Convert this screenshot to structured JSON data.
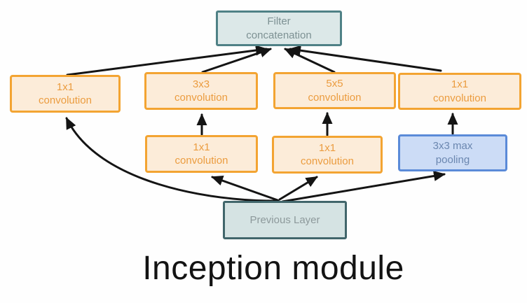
{
  "diagram": {
    "title": "Inception module",
    "nodes": {
      "filter_concat": {
        "label": "Filter\nconcatenation"
      },
      "conv1x1_a": {
        "label": "1x1\nconvolution"
      },
      "conv3x3": {
        "label": "3x3\nconvolution"
      },
      "conv5x5": {
        "label": "5x5\nconvolution"
      },
      "conv1x1_d": {
        "label": "1x1\nconvolution"
      },
      "conv1x1_b": {
        "label": "1x1\nconvolution"
      },
      "conv1x1_c": {
        "label": "1x1\nconvolution"
      },
      "max_pool": {
        "label": "3x3 max\npooling"
      },
      "previous_layer": {
        "label": "Previous Layer"
      }
    },
    "colors": {
      "teal_fill": "#dce8e8",
      "teal_border": "#4f8186",
      "teal_text": "#7d9193",
      "prev_layer_border": "#41666b",
      "orange_fill": "#fcecd9",
      "orange_border": "#f3a432",
      "orange_text": "#eb9c3f",
      "blue_fill": "#ccdcf6",
      "blue_border": "#5a8ad8",
      "blue_text": "#6b87b0",
      "arrow": "#141414",
      "title_text": "#131313",
      "background": "#fefefe"
    }
  }
}
